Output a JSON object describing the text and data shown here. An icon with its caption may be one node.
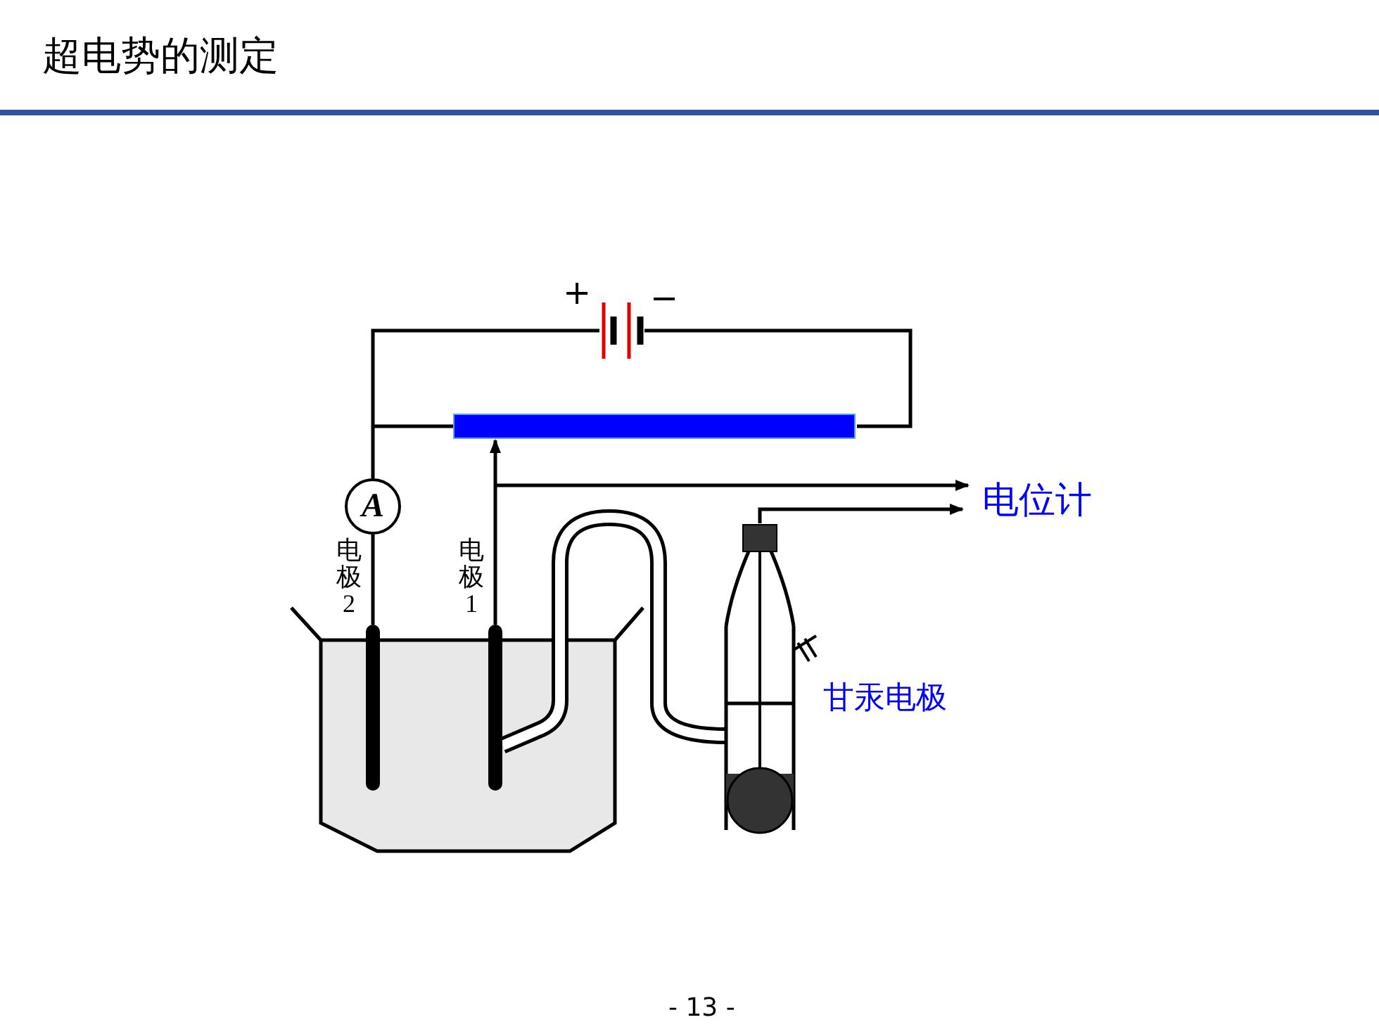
{
  "diagram": {
    "title": "超电势的测定",
    "nodes": [
      {
        "text": [],
        "shape": "battery"
      },
      {
        "text": [],
        "shape": "bar"
      },
      {
        "text": [
          "A"
        ]
      },
      {
        "text": [
          "电位计"
        ]
      },
      {
        "text": [],
        "shape": "bar",
        "beside": [
          "电极2"
        ]
      },
      {
        "text": [],
        "shape": "bar",
        "beside": [
          "电极1"
        ]
      },
      {
        "text": [],
        "shape": "picture",
        "beside": [
          "甘汞电极"
        ]
      }
    ],
    "edges": [
      {
        "from": 2,
        "to": 0,
        "arrow": "none"
      },
      {
        "from": 0,
        "to": 1,
        "arrow": "none"
      },
      {
        "from": 2,
        "to": 1,
        "arrow": "none"
      },
      {
        "from": 2,
        "to": 4,
        "arrow": "none"
      },
      {
        "from": 5,
        "to": 1,
        "arrow": "to"
      },
      {
        "from": null,
        "to": 3,
        "arrow": "to"
      },
      {
        "from": 6,
        "to": 3,
        "arrow": "to"
      },
      {
        "from": 5,
        "to": 6,
        "arrow": "none",
        "style": "thick"
      }
    ],
    "labels": [
      "+",
      "−",
      "- 13 -"
    ]
  }
}
